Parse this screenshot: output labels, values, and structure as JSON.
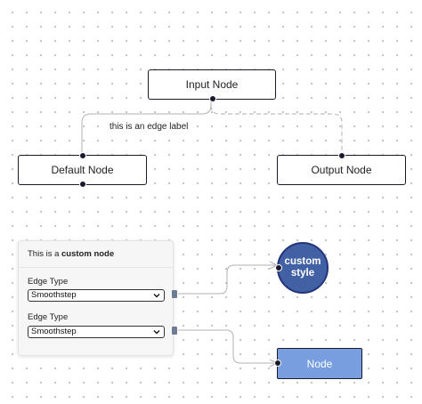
{
  "nodes": {
    "input": {
      "label": "Input Node"
    },
    "default": {
      "label": "Default Node"
    },
    "output": {
      "label": "Output Node"
    },
    "custom": {
      "title_prefix": "This is a ",
      "title_bold": "custom node",
      "fields": [
        {
          "label": "Edge Type",
          "value": "Smoothstep"
        },
        {
          "label": "Edge Type",
          "value": "Smoothstep"
        }
      ]
    },
    "circle": {
      "line1": "custom",
      "line2": "style",
      "fill": "#4260a4",
      "border": "#23357a"
    },
    "blue": {
      "label": "Node",
      "fill": "#789ee0"
    }
  },
  "edges": {
    "input_default_label": "this is an edge label",
    "stroke": "#b1b1b7"
  },
  "icons": {
    "select_arrow": "chevron-down-icon"
  }
}
